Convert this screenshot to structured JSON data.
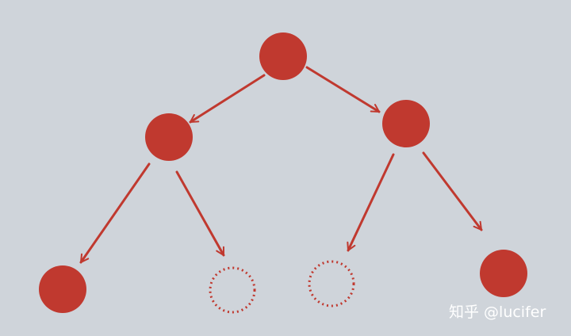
{
  "diagram": {
    "type": "binary-tree",
    "node_color": "#c0392f",
    "edge_color": "#c0392f",
    "background": "#cfd4da",
    "nodes": [
      {
        "id": "root",
        "style": "filled"
      },
      {
        "id": "left",
        "style": "filled"
      },
      {
        "id": "right",
        "style": "filled"
      },
      {
        "id": "left-left",
        "style": "filled"
      },
      {
        "id": "left-right",
        "style": "dotted-empty"
      },
      {
        "id": "right-left",
        "style": "dotted-empty"
      },
      {
        "id": "right-right",
        "style": "filled"
      }
    ],
    "edges": [
      {
        "from": "root",
        "to": "left"
      },
      {
        "from": "root",
        "to": "right"
      },
      {
        "from": "left",
        "to": "left-left"
      },
      {
        "from": "left",
        "to": "left-right"
      },
      {
        "from": "right",
        "to": "right-left"
      },
      {
        "from": "right",
        "to": "right-right"
      }
    ]
  },
  "watermark": {
    "text": "知乎 @lucifer",
    "color": "#ffffff"
  }
}
